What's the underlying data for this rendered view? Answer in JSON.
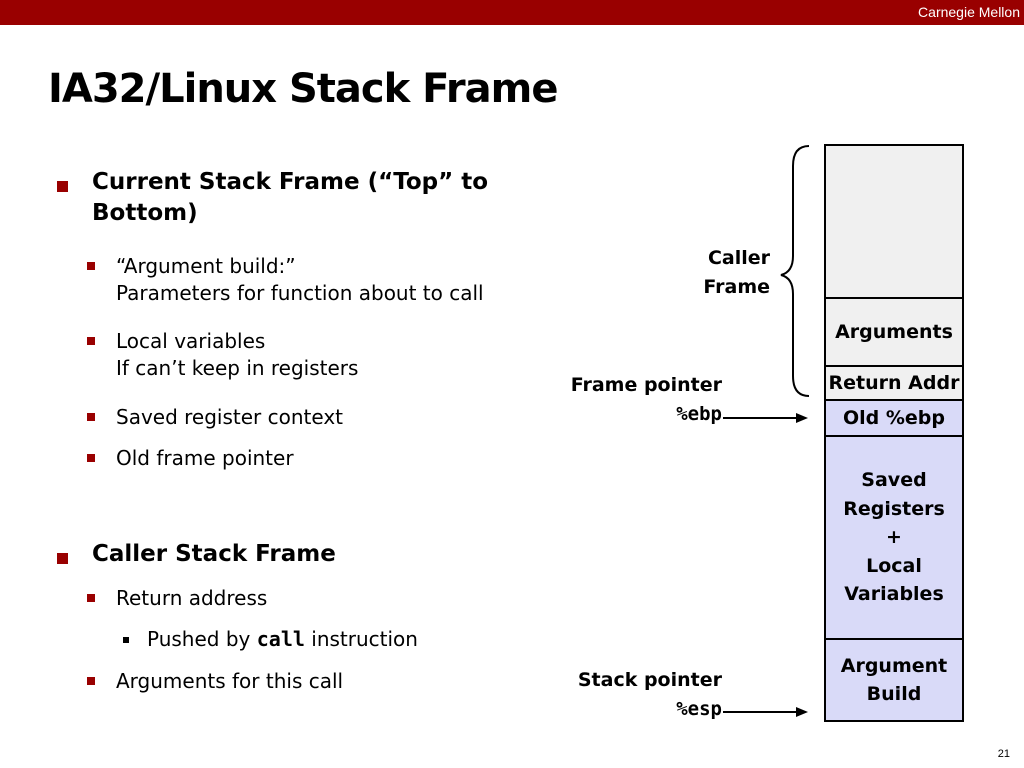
{
  "header": {
    "brand": "Carnegie Mellon"
  },
  "title": "IA32/Linux Stack Frame",
  "bullets": {
    "current": {
      "heading_line1": "Current Stack Frame (“Top” to",
      "heading_line2": "Bottom)",
      "items": [
        {
          "line1": "“Argument build:”",
          "line2": "Parameters for function about to call"
        },
        {
          "line1": "Local variables",
          "line2": "If can’t keep in registers"
        },
        {
          "line1": "Saved register context"
        },
        {
          "line1": "Old frame pointer"
        }
      ]
    },
    "caller": {
      "heading": "Caller Stack Frame",
      "items": [
        {
          "line1": "Return address",
          "sub": {
            "before": "Pushed by ",
            "code": "call",
            "after": " instruction"
          }
        },
        {
          "line1": "Arguments for this call"
        }
      ]
    }
  },
  "diagram": {
    "caller_frame_line1": "Caller",
    "caller_frame_line2": "Frame",
    "frame_pointer_label": "Frame pointer",
    "frame_pointer_reg": "%ebp",
    "stack_pointer_label": "Stack pointer",
    "stack_pointer_reg": "%esp",
    "cells": {
      "arguments": "Arguments",
      "return_addr": "Return Addr",
      "old_ebp": "Old %ebp",
      "saved_line1": "Saved",
      "saved_line2": "Registers",
      "saved_line3": "+",
      "saved_line4": "Local",
      "saved_line5": "Variables",
      "argbuild_line1": "Argument",
      "argbuild_line2": "Build"
    }
  },
  "page_number": "21",
  "colors": {
    "brand": "#990000",
    "frame_fill": "#d9daf8",
    "caller_fill": "#f0f0f0"
  }
}
